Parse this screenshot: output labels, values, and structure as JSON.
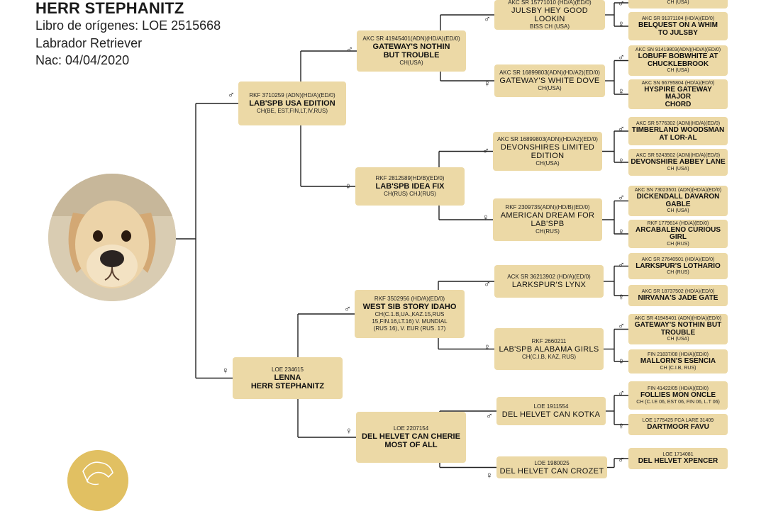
{
  "header": {
    "name": "HERR STEPHANITZ",
    "registry": "Libro de orígenes: LOE 2515668",
    "breed": "Labrador Retriever",
    "birth": "Nac: 04/04/2020"
  },
  "symbols": {
    "male": "♂",
    "female": "♀"
  },
  "dogs": {
    "s": {
      "reg": "RKF 3710259 (ADN)(HD/A)(ED/0)",
      "name": "LAB'SPB USA EDITION",
      "titles": "CH(BE, EST,FIN,LT,IV,RUS)"
    },
    "d": {
      "reg": "LOE 234615",
      "name": "LENNA\nHERR STEPHANITZ",
      "titles": ""
    },
    "ss": {
      "reg": "AKC SR 41945401(ADN)(HD/A)(ED/0)",
      "name": "GATEWAY'S NOTHIN\nBUT TROUBLE",
      "titles": "CH(USA)"
    },
    "sd": {
      "reg": "RKF 2812589(HD/B)(ED/0)",
      "name": "LAB'SPB IDEA FIX",
      "titles": "CH(RUS) CHJ(RUS)"
    },
    "ds": {
      "reg": "RKF 3502956 (HD/A)(ED/0)",
      "name": "WEST SIB STORY IDAHO",
      "titles": "CH(C.1.B,UA.,KAZ.15,RUS\n15,FIN.16,LT.16) V. MUNDIAL\n(RUS 16), V. EUR (RUS. 17)"
    },
    "dd": {
      "reg": "LOE 2207154",
      "name": "DEL HELVET CAN CHERIE\nMOST OF ALL",
      "titles": ""
    },
    "sss": {
      "reg": "AKC SR 15771010 (HD/A)(ED/0)",
      "name": "JULSBY HEY GOOD LOOKIN",
      "titles": "BISS CH (USA)"
    },
    "ssd": {
      "reg": "AKC SR 16899803(ADN)(HD/A2)(ED/0)",
      "name": "GATEWAY'S WHITE DOVE",
      "titles": "CH(USA)"
    },
    "sds": {
      "reg": "AKC SR 16899803(ADN)(HD/A2)(ED/0)",
      "name": "DEVONSHIRES LIMITED\nEDITION",
      "titles": "CH(USA)"
    },
    "sdd": {
      "reg": "RKF 2309735(ADN)(HD/B)(ED/0)",
      "name": "AMERICAN DREAM FOR\nLAB'SPB",
      "titles": "CH(RUS)"
    },
    "dss": {
      "reg": "ACK SR 36213902 (HD/A)(ED/0)",
      "name": "LARKSPUR'S LYNX",
      "titles": ""
    },
    "dsd": {
      "reg": "RKF 2660211",
      "name": "LAB'SPB ALABAMA GIRLS",
      "titles": "CH(C.I.B, KAZ, RUS)"
    },
    "dds": {
      "reg": "LOE 1911554",
      "name": "DEL HELVET CAN KOTKA",
      "titles": ""
    },
    "ddd": {
      "reg": "LOE 1980025",
      "name": "DEL HELVET CAN CROZET",
      "titles": ""
    },
    "ssss": {
      "reg": "",
      "name": "",
      "titles": "CH (USA)"
    },
    "sssd": {
      "reg": "AKC SR 91371104 (HD/A)(ED/0)",
      "name": "BELQUEST ON A WHIM\nTO JULSBY",
      "titles": ""
    },
    "ssds": {
      "reg": "AKC SN 91419803(ADN)(HD/A)(ED/0)",
      "name": "LOBUFF BOBWHITE AT\nCHUCKLEBROOK",
      "titles": "CH (USA)"
    },
    "ssdd": {
      "reg": "AKC SN 66795804 (HD/A)(ED/0)",
      "name": "HYSPIRE GATEWAY MAJOR\nCHORD",
      "titles": ""
    },
    "sdss": {
      "reg": "AKC SR 5776302 (ADN)(HD/A)(ED/0)",
      "name": "TIMBERLAND WOODSMAN\nAT  LOR-AL",
      "titles": ""
    },
    "sdsd": {
      "reg": "AKC SR 5243502 (ADN)(HD/A)(ED/0)",
      "name": "DEVONSHIRE ABBEY LANE",
      "titles": "CH (USA)"
    },
    "sdds": {
      "reg": "AKC SN 73023501 (ADN)(HD/A)(ED/0)",
      "name": "DICKENDALL DAVARON\nGABLE",
      "titles": "CH (USA)"
    },
    "sddd": {
      "reg": "RKF 1779614 (HD/A)(ED/0)",
      "name": "ARCABALENO CURIOUS GIRL",
      "titles": "CH (RUS)"
    },
    "dsss": {
      "reg": "AKC SR 27640501 (HD/A)(ED/0)",
      "name": "LARKSPUR'S LOTHARIO",
      "titles": "CH (RUS)"
    },
    "dssd": {
      "reg": "AKC SR 18737502 (HD/A)(ED/0)",
      "name": "NIRVANA'S JADE GATE",
      "titles": ""
    },
    "dsds": {
      "reg": "AKC SR 41945401 (ADN)(HD/A)(ED/0)",
      "name": "GATEWAY'S NOTHIN BUT\nTROUBLE",
      "titles": "CH (USA)"
    },
    "dsdd": {
      "reg": "FIN 21837/08 (HD/A)(ED/0)",
      "name": "MALLORN'S ESENCIA",
      "titles": "CH (C.I.B, RUS)"
    },
    "ddss": {
      "reg": "FIN 41422/05 (HD/A)(ED/0)",
      "name": "FOLLIES MON ONCLE",
      "titles": "CH (C.I.E 06, EST 06, FIN 06, L.T 06)"
    },
    "ddsd": {
      "reg": "LOE 1775425 FCA LARE 31409",
      "name": "DARTMOOR FAVU",
      "titles": ""
    },
    "ddds": {
      "reg": "LOE 1714081",
      "name": "DEL HELVET XPENCER",
      "titles": ""
    }
  }
}
